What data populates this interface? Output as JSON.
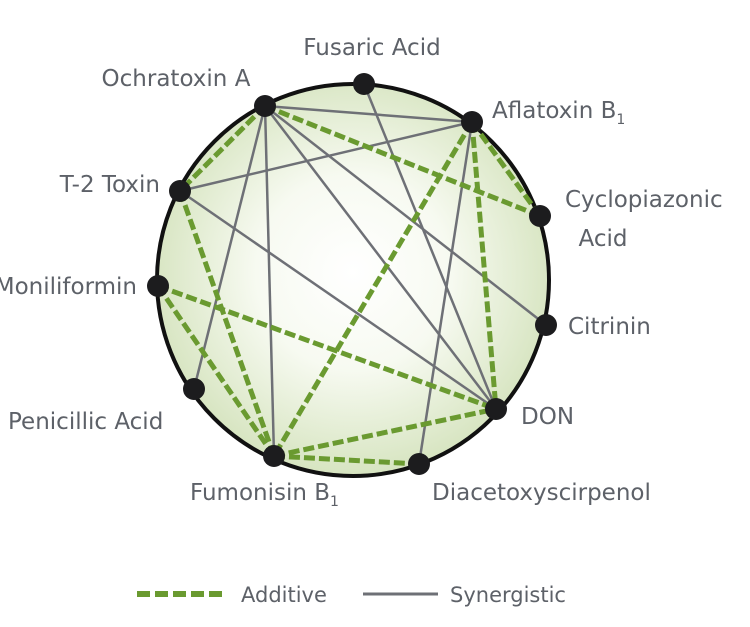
{
  "colors": {
    "additive": "#6a9a30",
    "synergistic": "#6e7076",
    "node": "#1c1c1e",
    "circle_stroke": "#111111",
    "circle_fill_center": "#ffffff",
    "circle_fill_edge": "#d6e4bf",
    "label": "#5d6168"
  },
  "nodes": [
    {
      "id": "fusaric",
      "label": "Fusaric Acid",
      "subscript": ""
    },
    {
      "id": "ochratoxin",
      "label": "Ochratoxin A",
      "subscript": ""
    },
    {
      "id": "aflatoxin",
      "label": "Aflatoxin B",
      "subscript": "1"
    },
    {
      "id": "t2",
      "label": "T-2 Toxin",
      "subscript": ""
    },
    {
      "id": "cyclo",
      "label": "Cyclopiazonic",
      "label2": "Acid",
      "subscript": ""
    },
    {
      "id": "moniliformin",
      "label": "Moniliformin",
      "subscript": ""
    },
    {
      "id": "citrinin",
      "label": "Citrinin",
      "subscript": ""
    },
    {
      "id": "penicillic",
      "label": "Penicillic Acid",
      "subscript": ""
    },
    {
      "id": "don",
      "label": "DON",
      "subscript": ""
    },
    {
      "id": "fumonisin",
      "label": "Fumonisin B",
      "subscript": "1"
    },
    {
      "id": "diacetoxy",
      "label": "Diacetoxyscirpenol",
      "subscript": ""
    }
  ],
  "edges": [
    {
      "from": "ochratoxin",
      "to": "t2",
      "type": "additive"
    },
    {
      "from": "ochratoxin",
      "to": "cyclo",
      "type": "additive"
    },
    {
      "from": "ochratoxin",
      "to": "aflatoxin",
      "type": "synergistic"
    },
    {
      "from": "ochratoxin",
      "to": "citrinin",
      "type": "synergistic"
    },
    {
      "from": "ochratoxin",
      "to": "don",
      "type": "synergistic"
    },
    {
      "from": "ochratoxin",
      "to": "fumonisin",
      "type": "synergistic"
    },
    {
      "from": "ochratoxin",
      "to": "penicillic",
      "type": "synergistic"
    },
    {
      "from": "aflatoxin",
      "to": "cyclo",
      "type": "additive"
    },
    {
      "from": "aflatoxin",
      "to": "don",
      "type": "additive"
    },
    {
      "from": "aflatoxin",
      "to": "fumonisin",
      "type": "additive"
    },
    {
      "from": "aflatoxin",
      "to": "t2",
      "type": "synergistic"
    },
    {
      "from": "aflatoxin",
      "to": "diacetoxy",
      "type": "synergistic"
    },
    {
      "from": "fusaric",
      "to": "don",
      "type": "synergistic"
    },
    {
      "from": "t2",
      "to": "fumonisin",
      "type": "additive"
    },
    {
      "from": "t2",
      "to": "don",
      "type": "synergistic"
    },
    {
      "from": "moniliformin",
      "to": "don",
      "type": "additive"
    },
    {
      "from": "moniliformin",
      "to": "fumonisin",
      "type": "additive"
    },
    {
      "from": "fumonisin",
      "to": "don",
      "type": "additive"
    },
    {
      "from": "fumonisin",
      "to": "diacetoxy",
      "type": "additive"
    }
  ],
  "legend": {
    "additive_label": "Additive",
    "synergistic_label": "Synergistic"
  }
}
